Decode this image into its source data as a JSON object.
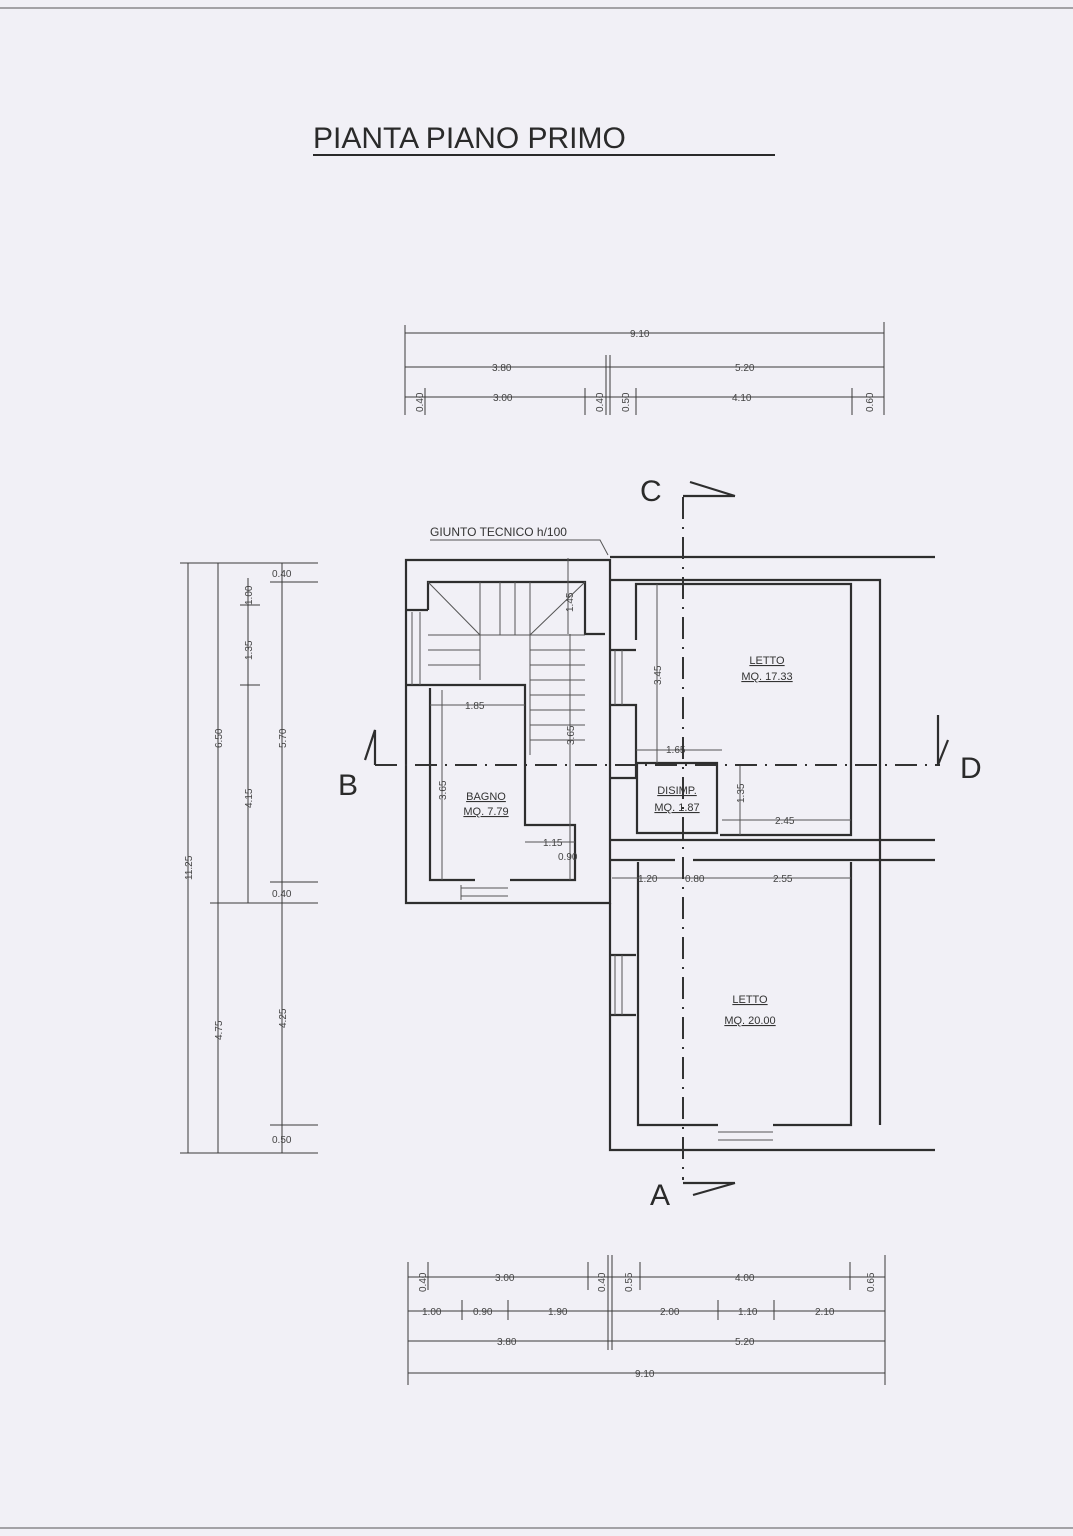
{
  "title": "PIANTA PIANO PRIMO",
  "note": "GIUNTO TECNICO h/100",
  "sections": {
    "c": "C",
    "a": "A",
    "b": "B",
    "d": "D"
  },
  "rooms": {
    "bagno": {
      "name": "BAGNO",
      "area": "MQ. 7.79"
    },
    "disimp": {
      "name": "DISIMP.",
      "area": "MQ. 1.87"
    },
    "letto1": {
      "name": "LETTO",
      "area": "MQ. 17.33"
    },
    "letto2": {
      "name": "LETTO",
      "area": "MQ. 20.00"
    }
  },
  "dims_top": {
    "row1": [
      "9.10"
    ],
    "row2": [
      "3.80",
      "5.20"
    ],
    "row3": [
      "0.40",
      "3.00",
      "0.40",
      "0.50",
      "4.10",
      "0.60"
    ]
  },
  "dims_bottom": {
    "row1": [
      "0.40",
      "3.00",
      "0.40",
      "0.55",
      "4.00",
      "0.65"
    ],
    "row2": [
      "1.00",
      "0.90",
      "1.90",
      "2.00",
      "1.10",
      "2.10"
    ],
    "row3": [
      "3.80",
      "5.20"
    ],
    "row4": [
      "9.10"
    ]
  },
  "dims_left": {
    "col1": [
      "11.25"
    ],
    "col2": [
      "6.50",
      "4.75"
    ],
    "col3": [
      "1.00",
      "1.35",
      "4.15"
    ],
    "col4": [
      "0.40",
      "5.70",
      "0.40",
      "4.25",
      "0.50"
    ]
  },
  "dims_inner": {
    "stair_145": "1.45",
    "stair_365": "3.65",
    "bath_185": "1.85",
    "bath_365": "3.65",
    "bath_115": "1.15",
    "bath_090": "0.90",
    "letto_345": "3.45",
    "disimp_165": "1.65",
    "disimp_135": "1.35",
    "letto_245": "2.45",
    "corr_120": "1.20",
    "corr_080": "0.80",
    "letto_255": "2.55"
  }
}
